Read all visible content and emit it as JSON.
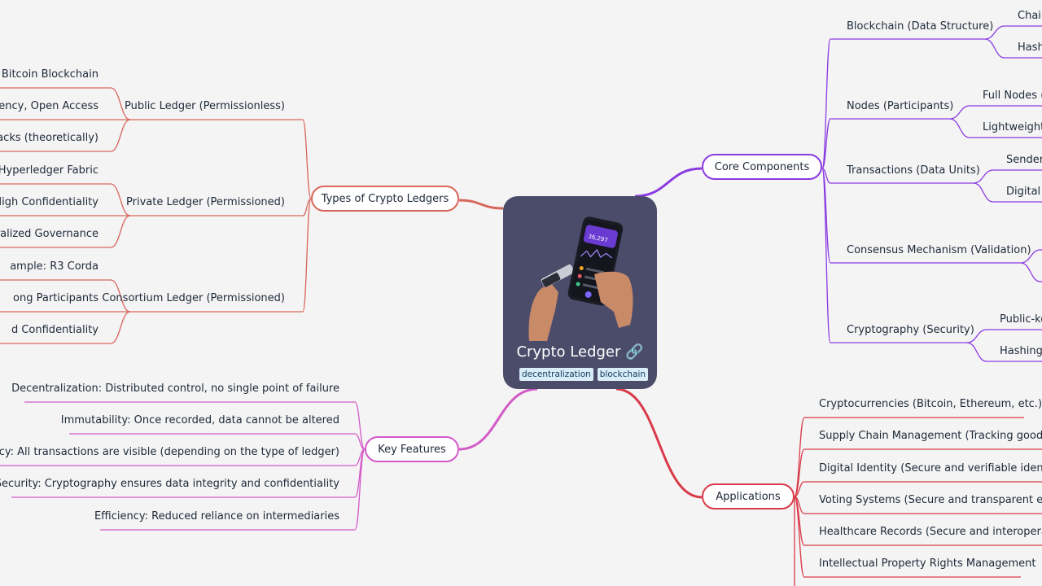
{
  "central": {
    "title": "Crypto Ledger",
    "link_icon": "🔗",
    "tags": [
      "decentralization",
      "blockchain"
    ],
    "image": "crypto-wallet-phone-photo"
  },
  "colors": {
    "core": "#8b3ae0",
    "types": "#d9675a",
    "features": "#d35ac6",
    "applications": "#d93a48",
    "central_bg": "#4b4c6a"
  },
  "branches": [
    {
      "id": "core",
      "label": "Core Components",
      "side": "right",
      "children": [
        {
          "label": "Blockchain (Data Structure)",
          "children": [
            "Chain",
            "Hash"
          ]
        },
        {
          "label": "Nodes (Participants)",
          "children": [
            "Full Nodes (",
            "Lightweight"
          ]
        },
        {
          "label": "Transactions (Data Units)",
          "children": [
            "Sender",
            "Digital S"
          ]
        },
        {
          "label": "Consensus Mechanism (Validation)",
          "children": [
            "",
            ""
          ]
        },
        {
          "label": "Cryptography (Security)",
          "children": [
            "Public-ke",
            "Hashing"
          ]
        }
      ]
    },
    {
      "id": "types",
      "label": "Types of Crypto Ledgers",
      "side": "left",
      "children": [
        {
          "label": "Public Ledger (Permissionless)",
          "children": [
            "e: Bitcoin Blockchain",
            "arency, Open Access",
            "ttacks (theoretically)"
          ]
        },
        {
          "label": "Private Ledger (Permissioned)",
          "children": [
            "e: Hyperledger Fabric",
            ", High Confidentiality",
            "ntralized Governance"
          ]
        },
        {
          "label": "Consortium Ledger (Permissioned)",
          "children": [
            "ample: R3 Corda",
            "ong Participants",
            "d Confidentiality"
          ]
        }
      ]
    },
    {
      "id": "features",
      "label": "Key Features",
      "side": "left",
      "children": [
        "Decentralization: Distributed control, no single point of failure",
        "Immutability: Once recorded, data cannot be altered",
        "sparency: All transactions are visible (depending on the type of ledger)",
        "Security: Cryptography ensures data integrity and confidentiality",
        "Efficiency: Reduced reliance on intermediaries"
      ]
    },
    {
      "id": "applications",
      "label": "Applications",
      "side": "right",
      "children": [
        "Cryptocurrencies (Bitcoin, Ethereum, etc.)",
        "Supply Chain Management (Tracking goods, v",
        "Digital Identity (Secure and verifiable identitie",
        "Voting Systems (Secure and transparent electi",
        "Healthcare Records (Secure and interoperable",
        "Intellectual Property Rights Management"
      ]
    }
  ]
}
